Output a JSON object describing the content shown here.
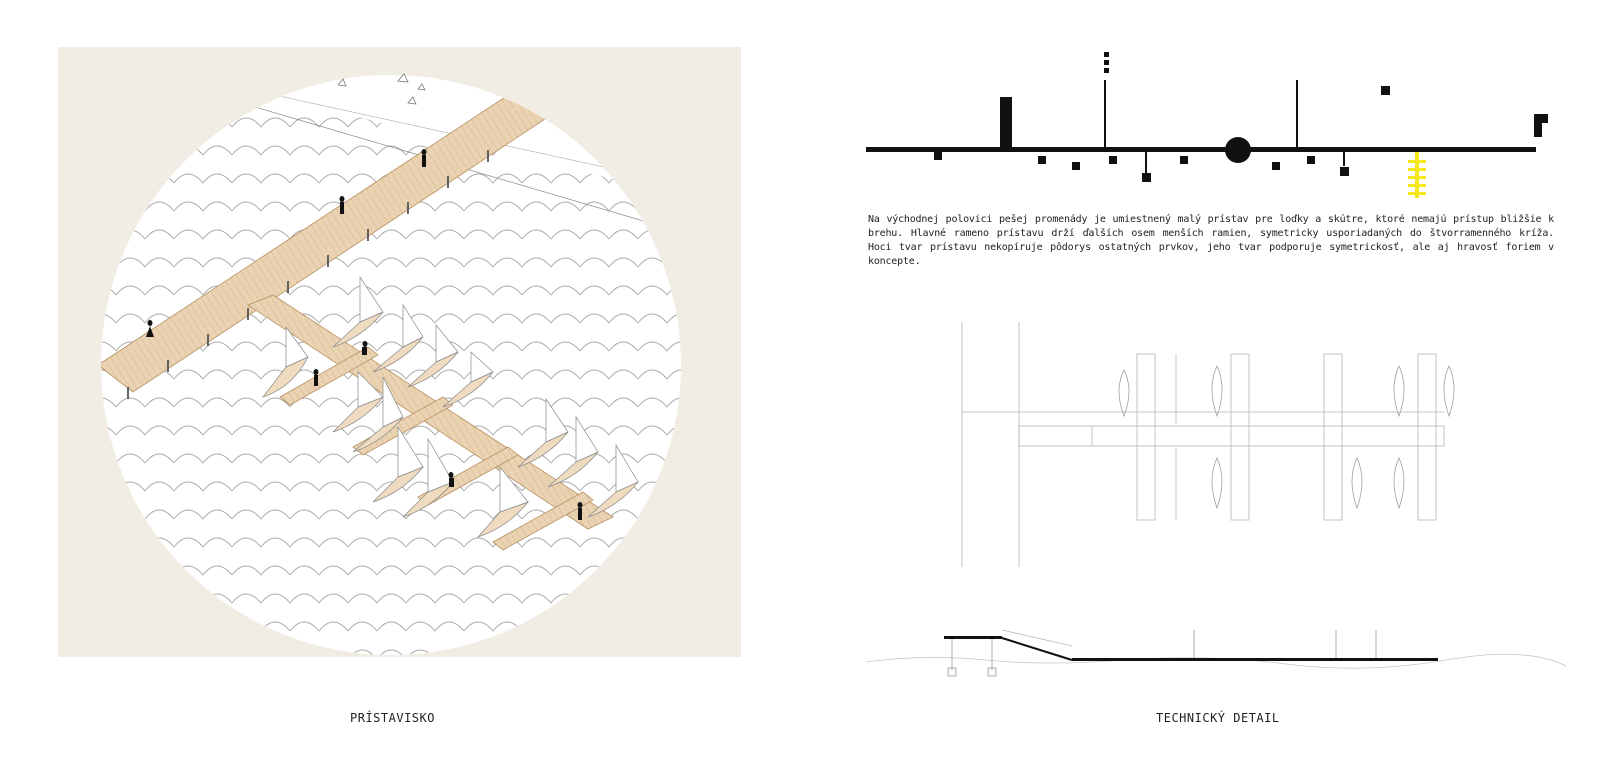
{
  "colors": {
    "frame_background": "#f1ede4",
    "pier_wood": "#ead3b3",
    "sail_wood": "#efdcc0",
    "highlight": "#f4e81a",
    "ink": "#111111"
  },
  "description": "Na východnej polovici pešej promenády je umiestnený malý prístav pre loďky a skútre, ktoré nemajú prístup bližšie k brehu. Hlavné rameno prístavu drží ďalších osem menších ramien, symetricky usporiadaných do štvorramenného kríža. Hoci tvar prístavu nekopíruje pôdorys ostatných prvkov, jeho tvar podporuje symetrickosť, ale aj hravosť foriem v koncepte.",
  "captions": {
    "left": "PRÍSTAVISKO",
    "right": "TECHNICKÝ DETAIL"
  },
  "icons": {
    "people": "person-silhouette-icon",
    "boat": "sailboat-icon"
  }
}
